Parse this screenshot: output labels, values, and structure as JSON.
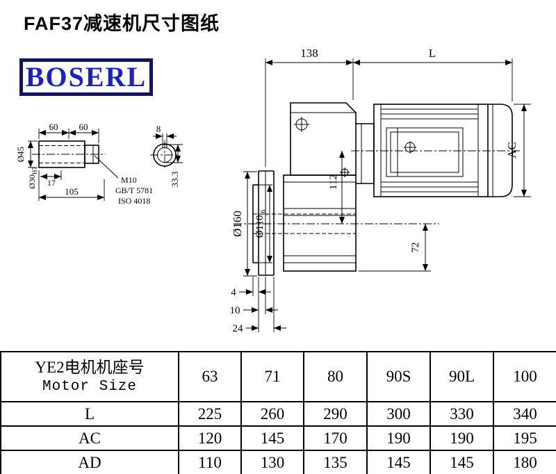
{
  "page": {
    "title": "FAF37减速机尺寸图纸",
    "logo_text": "BOSERL"
  },
  "drawing": {
    "shaft": {
      "len_a": "60",
      "len_b": "60",
      "dia_outer": "Ø45",
      "bore_dia": "Ø30",
      "bore_fit": "H7",
      "depth": "17",
      "length_total": "105",
      "screw_spec": "M10",
      "screw_std": "GB/T 5781",
      "screw_iso": "ISO 4018",
      "key_width": "8",
      "key_height": "33.3"
    },
    "main": {
      "dim_top": "138",
      "dim_length": "L",
      "dim_height": "AC",
      "dim_axis": "112",
      "dim_foot": "72",
      "flange_dia": "Ø160",
      "spigot_dia": "Ø110",
      "spigot_fit": "j6",
      "dim_s1": "4",
      "dim_s2": "10",
      "dim_s3": "24"
    }
  },
  "table": {
    "header_cn": "YE2电机机座号",
    "header_en": "Motor Size",
    "sizes": [
      "63",
      "71",
      "80",
      "90S",
      "90L",
      "100"
    ],
    "rows": [
      {
        "label": "L",
        "values": [
          "225",
          "260",
          "290",
          "300",
          "330",
          "340"
        ]
      },
      {
        "label": "AC",
        "values": [
          "120",
          "145",
          "170",
          "190",
          "190",
          "195"
        ]
      },
      {
        "label": "AD",
        "values": [
          "110",
          "130",
          "135",
          "145",
          "145",
          "180"
        ]
      }
    ]
  }
}
